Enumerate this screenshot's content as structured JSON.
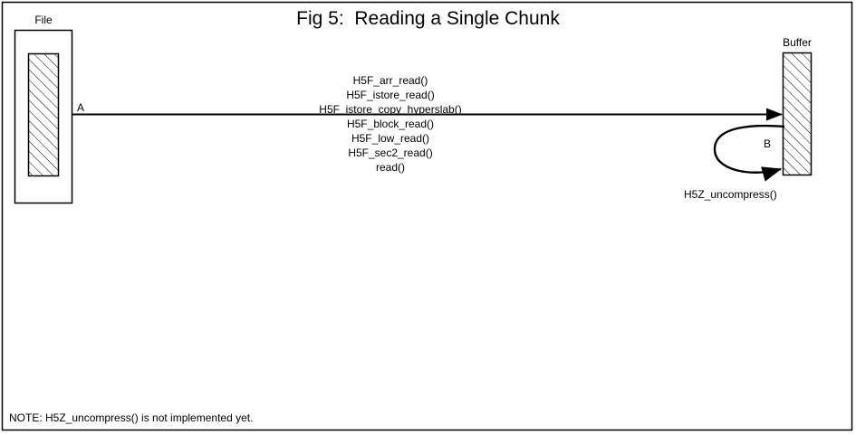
{
  "figure": {
    "title": "Fig 5:  Reading a Single Chunk",
    "border_color": "#000000",
    "ink_color": "#000000",
    "background_color": "#ffffff"
  },
  "source_box": {
    "label": "File",
    "fill": "hatched"
  },
  "destination_box": {
    "label": "Buffer",
    "fill": "hatched"
  },
  "markers": {
    "point_a": "A",
    "point_b": "B"
  },
  "transfer_arrow": {
    "call_stack": [
      "H5F_arr_read()",
      "H5F_istore_read()",
      "H5F_istore_copy_hyperslab()",
      "H5F_block_read()",
      "H5F_low_read()",
      "H5F_sec2_read()",
      "read()"
    ]
  },
  "loop_arrow": {
    "label": "H5Z_uncompress()"
  },
  "note": {
    "text": "NOTE: H5Z_uncompress() is not implemented yet."
  }
}
